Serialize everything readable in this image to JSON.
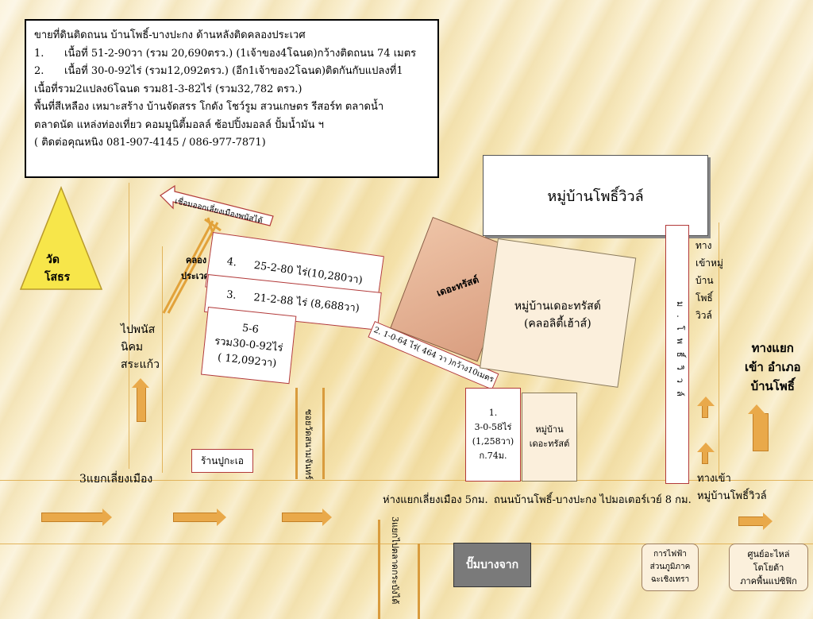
{
  "info": {
    "title": "ขายที่ดินติดถนน บ้านโพธิ์-บางปะกง ด้านหลังติดคลองประเวศ",
    "line1_num": "1.",
    "line1": "เนื้อที่  51-2-90วา (รวม 20,690ตรว.) (1เจ้าของ4โฉนด)กว้างติดถนน 74 เมตร",
    "line2_num": "2.",
    "line2": "เนื้อที่ 30-0-92ไร่ (รวม12,092ตรว.) (อีก1เจ้าของ2โฉนด)ติดกันกับแปลงที่1",
    "line3": "เนื้อที่รวม2แปลง6โฉนด รวม81-3-82ไร่ (รวม32,782 ตรว.)",
    "line4": "พื้นที่สีเหลือง เหมาะสร้าง บ้านจัดสรร โกดัง โชว์รูม สวนเกษตร รีสอร์ท ตลาดน้ำ",
    "line5": "ตลาดนัด แหล่งท่องเที่ยว คอมมูนิตี้มอลล์  ช้อปปิ้งมอลล์  ปั้มน้ำมัน  ฯ",
    "line6": "( ติดต่อคุณหนิง 081-907-4145 / 086-977-7871)"
  },
  "temple": {
    "line1": "วัด",
    "line2": "โสธร"
  },
  "village_potivil": "หมู่บ้านโพธิ์วิวล์",
  "road_top": "เชื่อมออกเลี่ยงเมืองพนัสได้",
  "canal": {
    "line1": "คลอง",
    "line2": "ประเวศ"
  },
  "parcel4": {
    "num": "4.",
    "text": "25-2-80 ไร่(10,280วา)"
  },
  "parcel3": {
    "num": "3.",
    "text": "21-2-88  ไร่ (8,688วา)"
  },
  "parcel56": {
    "line1": "5-6",
    "line2": "รวม30-0-92ไร่",
    "line3": "( 12,092วา)"
  },
  "parcel2_strip": "2. 1-0-64  ไร่( 464 วา )กว้าง10เมตร",
  "the_trust": "เดอะทรัสต์",
  "village_trust_big": {
    "line1": "หมู่บ้านเดอะทรัสต์",
    "line2": "(คลอลิตี้เฮ้าส์)"
  },
  "parcel1": {
    "line1": "1.",
    "line2": "3-0-58ไร่",
    "line3": "(1,258วา)",
    "line4": "ก.74ม."
  },
  "village_trust_small": {
    "line1": "หมู่บ้าน",
    "line2": "เดอะทรัสต์"
  },
  "soi_potivil_v": "ม.โพธิ์วิวล์",
  "entrance_village": {
    "l1": "ทาง",
    "l2": "เข้าหมู่",
    "l3": "บ้าน",
    "l4": "โพธิ์",
    "l5": "วิวล์"
  },
  "to_phanat": {
    "l1": "ไปพนัส",
    "l2": "นิคม",
    "l3": "สระแก้ว"
  },
  "fork_banpho": {
    "l1": "ทางแยก",
    "l2": "เข้า อำเภอ",
    "l3": "บ้านโพธิ์"
  },
  "soi_wat": "ซอยวัดสนามจันทร์",
  "shop": "ร้านปูกะเอ",
  "junction_bypass": "3แยกเลี่ยงเมือง",
  "distance_bypass": "ห่างแยกเลี่ยงเมือง 5กม.",
  "main_road": "ถนนบ้านโพธิ์-บางปะกง ไปมอเตอร์เวย์  8 กม.",
  "entrance_potivil2": {
    "l1": "ทางเข้า",
    "l2": "หมู่บ้านโพธิ์วิวล์"
  },
  "junction_fish": "3แยกไปตลาดกระบังได้",
  "gas_station": "ปั๊มบางจาก",
  "electric": {
    "l1": "การไฟฟ้า",
    "l2": "ส่วนภูมิภาค",
    "l3": "ฉะเชิงเทรา"
  },
  "toyota": {
    "l1": "ศูนย์อะไหล่",
    "l2": "โตโยต้า",
    "l3": "ภาคพื้นแปซิฟิก"
  },
  "colors": {
    "accent": "#e9a94a",
    "parcel_border": "#b23a3a",
    "temple": "#f7e64a",
    "trust": "#e2a887"
  }
}
